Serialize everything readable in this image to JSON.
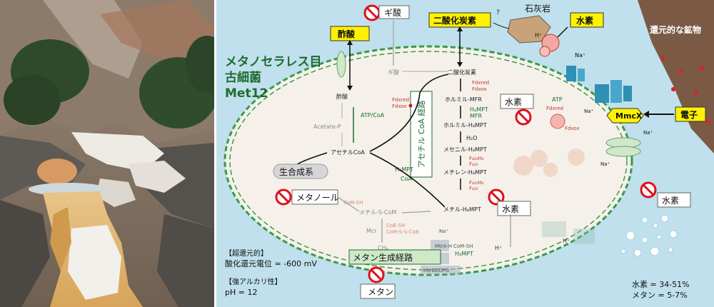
{
  "organism": {
    "order": "メタノセラレス目",
    "domain": "古細菌",
    "strain": "Met12"
  },
  "yellow_labels": {
    "acetate": "酢酸",
    "co2": "二酸化炭素",
    "hydrogen": "水素",
    "electron": "電子"
  },
  "labels": {
    "formate": "ギ酸",
    "limestone": "石灰岩",
    "reducing_minerals": "還元的な鉱物",
    "biosynthesis": "生合成系",
    "methanol": "メタノール",
    "methane": "メタン",
    "hydrogen_a": "水素",
    "hydrogen_b": "水素",
    "hydrogen_c": "水素",
    "acetyl_coa_pathway": "アセチル CoA 経路",
    "methanogenesis_pathway": "メタン生成経路",
    "mmcx": "MmcX",
    "question": "?",
    "hplus": "H⁺",
    "naplus": "Na⁺",
    "atp": "ATP"
  },
  "molecules": {
    "acetate": "酢酸",
    "acetate_p": "Acetate-P",
    "acetyl_coa": "アセチルCoA",
    "atp_coa": "ATP/CoA",
    "formate_small": "ギ酸",
    "co2_small": "二酸化炭素",
    "formyl_mfr": "ホルミル-MFR",
    "formyl_h4mpt": "ホルミル-H₄MPT",
    "h2o": "H₂O",
    "methenyl": "メセニル-H₄MPT",
    "methylene": "メチレン-H₄MPT",
    "methyl": "メチル-H₄MPT",
    "methyl_s_com": "メチル-S-CoM",
    "ch4": "CH₄",
    "h4mpt": "H₄MPT",
    "mfr": "MFR",
    "coa": "CoA",
    "fd_red": "Fdxred",
    "fd_ox": "Fdxox",
    "f420h2": "F₄₂₀H₂",
    "f420": "F₄₂₀",
    "com_sh": "CoM-SH",
    "cob_sh": "CoB-SH",
    "cos_scob": "CoM-S-S-CoB",
    "mcr": "Mcr",
    "mtr": "MtrA-H",
    "mtrbcdfg": "MtrBCDFG"
  },
  "conditions": {
    "reducing_title": "【超還元的】",
    "redox": "酸化還元電位 = -600 mV",
    "alkaline_title": "【強アルカリ性】",
    "ph": "pH = 12",
    "hydrogen_pct": "水素 = 34-51%",
    "methane_pct": "メタン = 5-7%"
  },
  "colors": {
    "background": "#bfe0ec",
    "cell": "#f5f1ea",
    "membrane": "#3a9a4a",
    "accent_green": "#1e6b2e",
    "yellow": "#fff200",
    "prohibit_red": "#e0101a",
    "mineral": "#7a5a44"
  },
  "icons": [
    "prohibited-icon",
    "limestone-rock-icon",
    "enzyme-complex-icon",
    "hydrogen-bubble-icon",
    "mineral-dot-icon"
  ]
}
